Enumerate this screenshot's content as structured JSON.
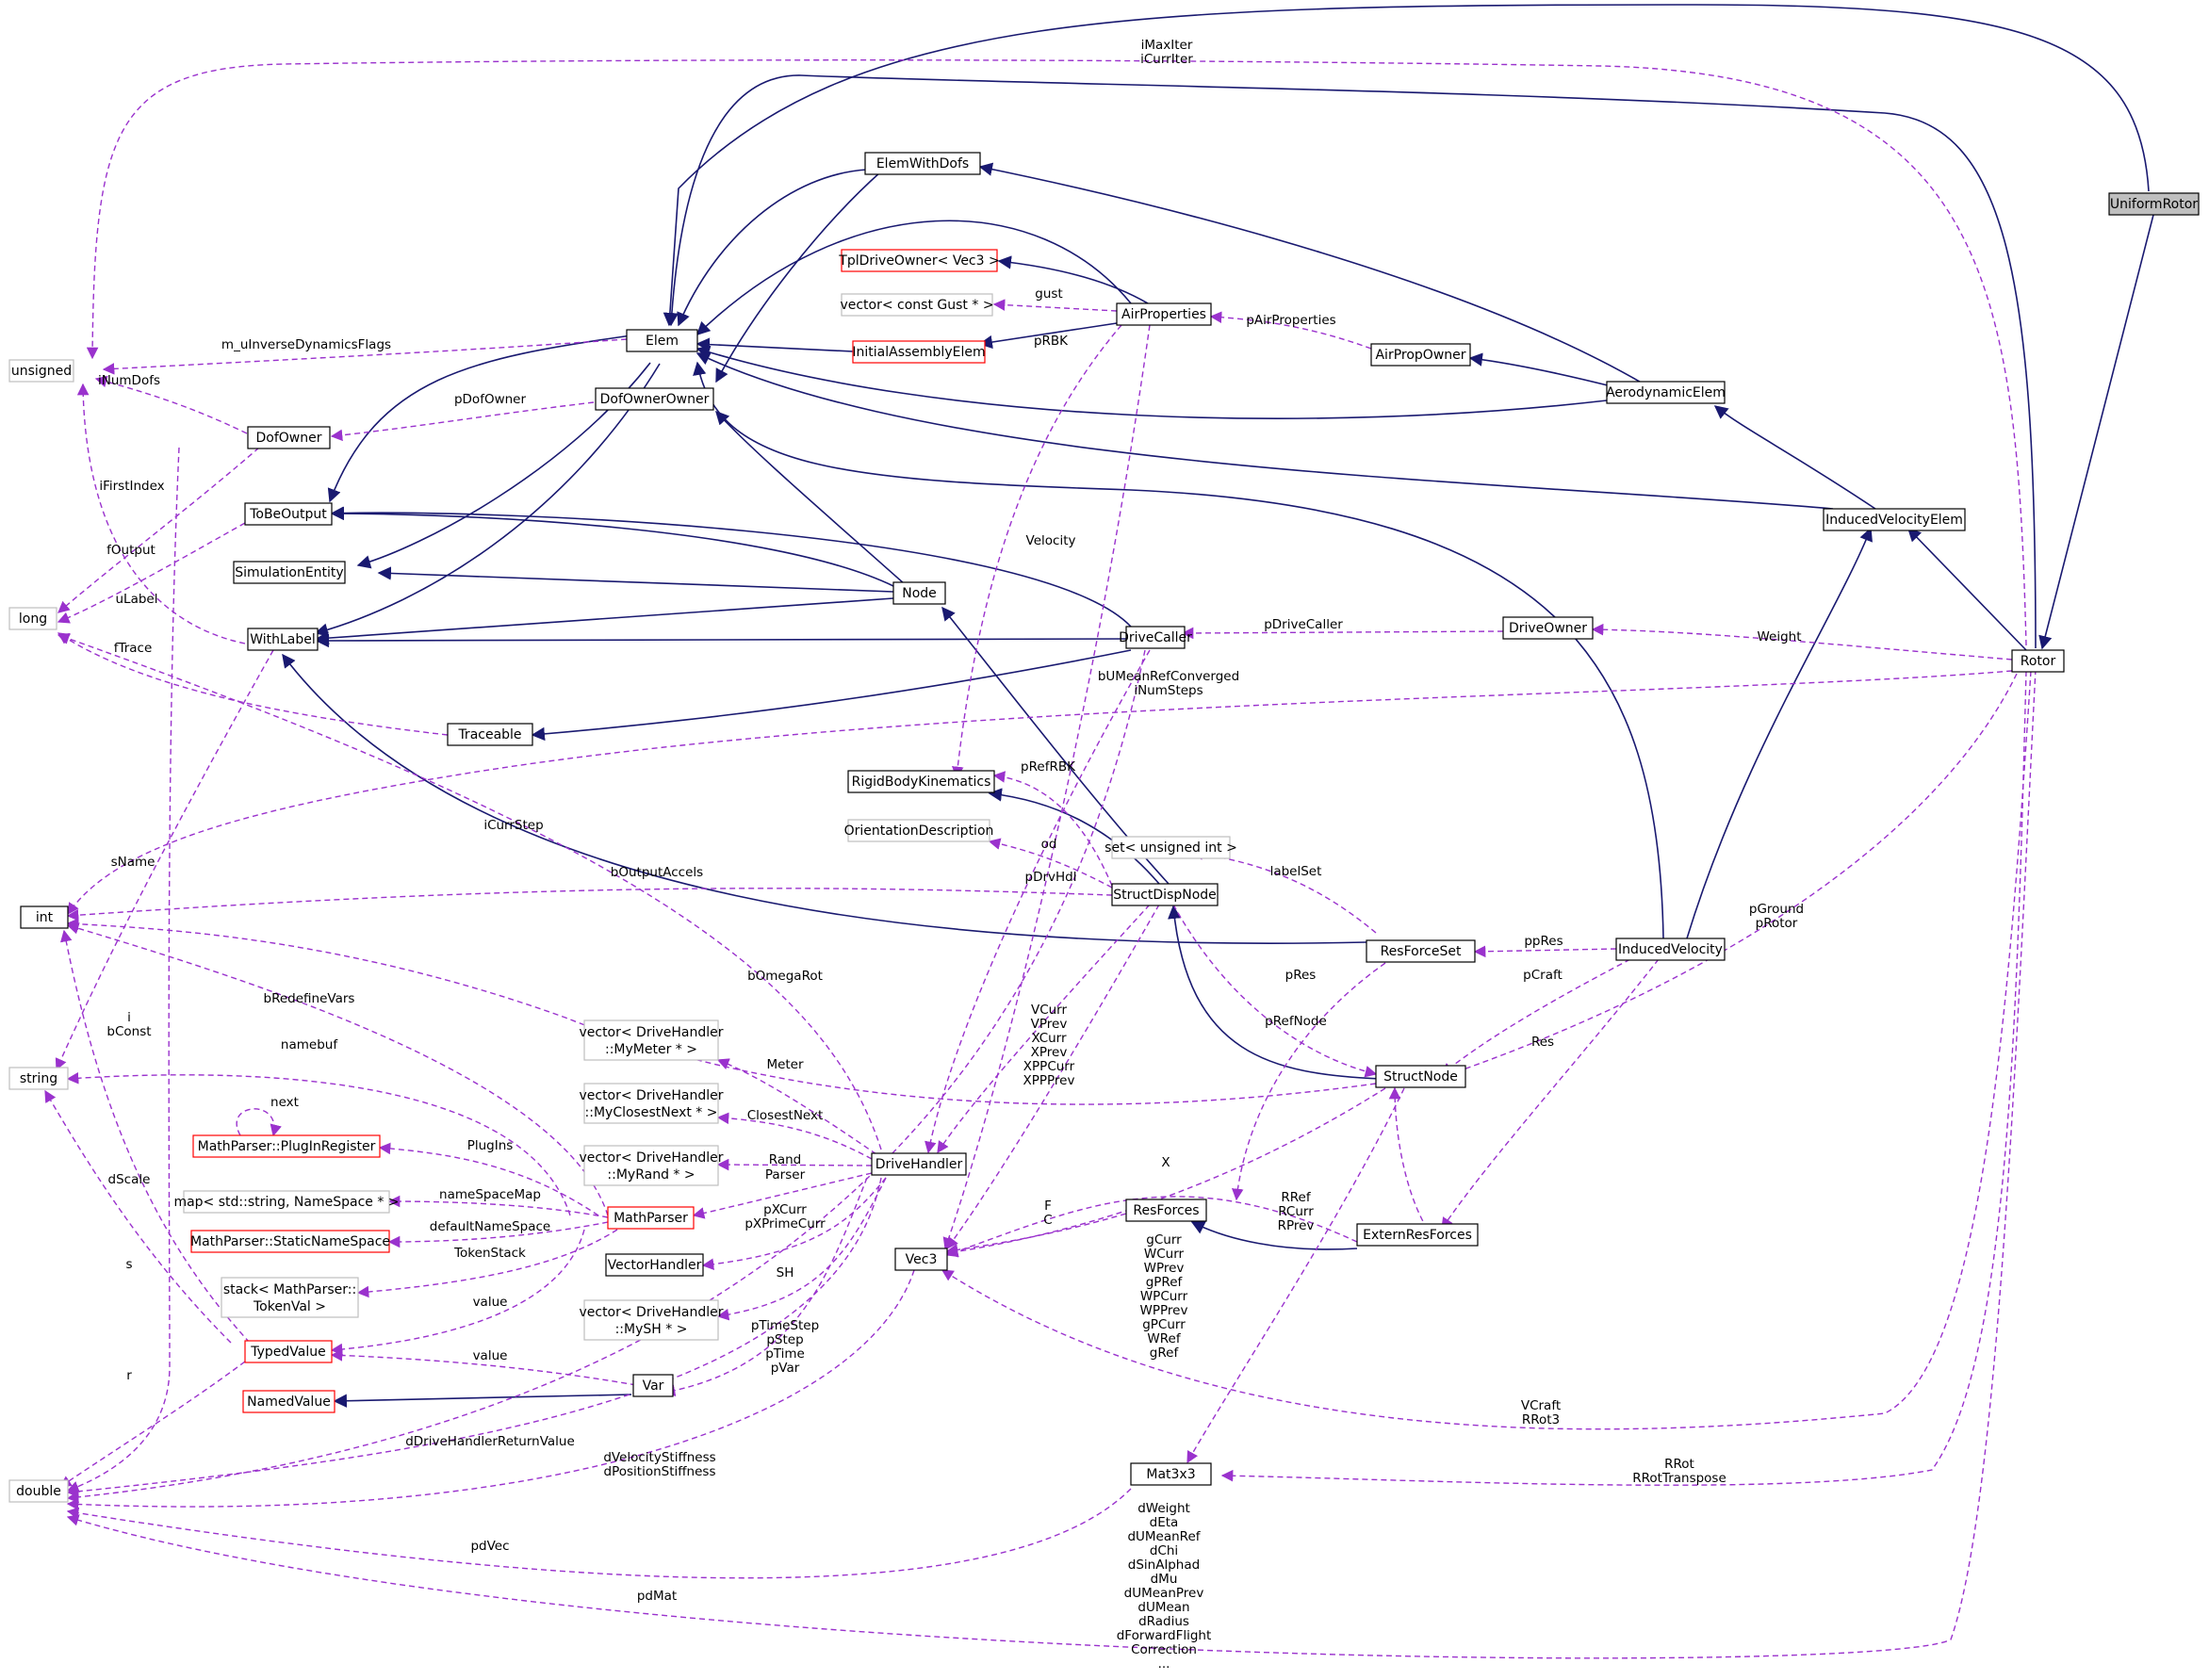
{
  "nodes": {
    "uniformrotor": "UniformRotor",
    "elem": "Elem",
    "elemwithdofs": "ElemWithDofs",
    "tpldriveowner": "TplDriveOwner< Vec3 >",
    "vector_gust": "vector< const Gust * >",
    "airproperties": "AirProperties",
    "unsigned": "unsigned",
    "initialassembly": "InitialAssemblyElem",
    "airpropowner": "AirPropOwner",
    "dofownerowner": "DofOwnerOwner",
    "dofowner": "DofOwner",
    "aerodynamicelem": "AerodynamicElem",
    "tobeoutput": "ToBeOutput",
    "inducedvelocityelem": "InducedVelocityElem",
    "simulationentity": "SimulationEntity",
    "long": "long",
    "node": "Node",
    "withlabel": "WithLabel",
    "drivecaller": "DriveCaller",
    "driveowner": "DriveOwner",
    "rotor": "Rotor",
    "traceable": "Traceable",
    "rigidbodykinematics": "RigidBodyKinematics",
    "orientationdescription": "OrientationDescription",
    "set_unsigned": "set< unsigned int >",
    "int": "int",
    "structdispnode": "StructDispNode",
    "resforceset": "ResForceSet",
    "inducedvelocity": "InducedVelocity",
    "vec_mymeter_1": "vector< DriveHandler",
    "vec_mymeter_2": "::MyMeter * >",
    "string": "string",
    "vec_myclosest_1": "vector< DriveHandler",
    "vec_myclosest_2": "::MyClosestNext * >",
    "structnode": "StructNode",
    "plugin": "MathParser::PlugInRegister",
    "vec_myrand_1": "vector< DriveHandler",
    "vec_myrand_2": "::MyRand * >",
    "drivehandler": "DriveHandler",
    "map_namespace": "map< std::string, NameSpace * >",
    "mathparser": "MathParser",
    "resforces": "ResForces",
    "staticnamespace": "MathParser::StaticNameSpace",
    "externresforces": "ExternResForces",
    "vec3": "Vec3",
    "stack_1": "stack< MathParser::",
    "stack_2": "TokenVal >",
    "vectorhandler": "VectorHandler",
    "vec_mysh_1": "vector< DriveHandler",
    "vec_mysh_2": "::MySH * >",
    "typedvalue": "TypedValue",
    "var": "Var",
    "namedvalue": "NamedValue",
    "double": "double",
    "mat3x3": "Mat3x3"
  },
  "edge_labels": {
    "imaxiter": "iMaxIter",
    "icurriter": "iCurrIter",
    "gust": "gust",
    "pairproperties": "pAirProperties",
    "m_uinverse": "m_uInverseDynamicsFlags",
    "prbk": "pRBK",
    "inumdofs": "iNumDofs",
    "pdofowner": "pDofOwner",
    "ifirstindex": "iFirstIndex",
    "foutput": "fOutput",
    "velocity": "Velocity",
    "ulabel": "uLabel",
    "pdrivecaller": "pDriveCaller",
    "weight": "Weight",
    "ftrace": "fTrace",
    "bumeanrefconverged": "bUMeanRefConverged",
    "inumsteps": "iNumSteps",
    "prefrbk": "pRefRBK",
    "icurrstep": "iCurrStep",
    "od": "od",
    "labelset": "labelSet",
    "sname": "sName",
    "boutputaccels": "bOutputAccels",
    "pdrvhdl": "pDrvHdl",
    "pground": "pGround",
    "protor": "pRotor",
    "ppres": "ppRes",
    "pres": "pRes",
    "pcraft": "pCraft",
    "bomegarot": "bOmegaRot",
    "bredefinevars": "bRedefineVars",
    "prefnode": "pRefNode",
    "meter": "Meter",
    "i": "i",
    "bconst": "bConst",
    "vcurr": "VCurr",
    "vprev": "VPrev",
    "xcurr": "XCurr",
    "xprev": "XPrev",
    "xppcurr": "XPPCurr",
    "xppprev": "XPPPrev",
    "res": "Res",
    "namebuf": "namebuf",
    "closestnext": "ClosestNext",
    "next": "next",
    "plugins": "PlugIns",
    "rand": "Rand",
    "parser": "Parser",
    "x": "X",
    "dscale": "dScale",
    "namespacemap": "nameSpaceMap",
    "f": "F",
    "c": "C",
    "rref": "RRef",
    "rcurr": "RCurr",
    "rprev": "RPrev",
    "defaultnamespace": "defaultNameSpace",
    "pxcurr": "pXCurr",
    "pxprimecurr": "pXPrimeCurr",
    "tokenstack": "TokenStack",
    "gcurr": "gCurr",
    "wcurr": "WCurr",
    "wprev": "WPrev",
    "gpref": "gPRef",
    "wpcurr": "WPCurr",
    "wpprev": "WPPrev",
    "gpcurr": "gPCurr",
    "wref": "WRef",
    "gref": "gRef",
    "s": "s",
    "sh": "SH",
    "value1": "value",
    "ptimestep": "pTimeStep",
    "pstep": "pStep",
    "ptime": "pTime",
    "pvar": "pVar",
    "value2": "value",
    "r": "r",
    "vcraft": "VCraft",
    "rrot3": "RRot3",
    "ddrivehandler": "dDriveHandlerReturnValue",
    "dvelocitystiffness": "dVelocityStiffness",
    "dpositionstiffness": "dPositionStiffness",
    "rrot": "RRot",
    "rrottranspose": "RRotTranspose",
    "pdvec": "pdVec",
    "pdmat": "pdMat",
    "dweight": "dWeight",
    "deta": "dEta",
    "dumeanref": "dUMeanRef",
    "dchi": "dChi",
    "dsinalphad": "dSinAlphad",
    "dmu": "dMu",
    "dumeanprev": "dUMeanPrev",
    "dumean": "dUMean",
    "dradius": "dRadius",
    "dforwardflight": "dForwardFlight",
    "correction": "Correction",
    "ellipsis": "..."
  },
  "colors": {
    "inheritance": "#191970",
    "usage": "#9a32cd",
    "node_border": "#000000",
    "truncated_border": "#ff0000",
    "external_border": "#bfbfbf",
    "focus_fill": "#bfbfbf"
  }
}
